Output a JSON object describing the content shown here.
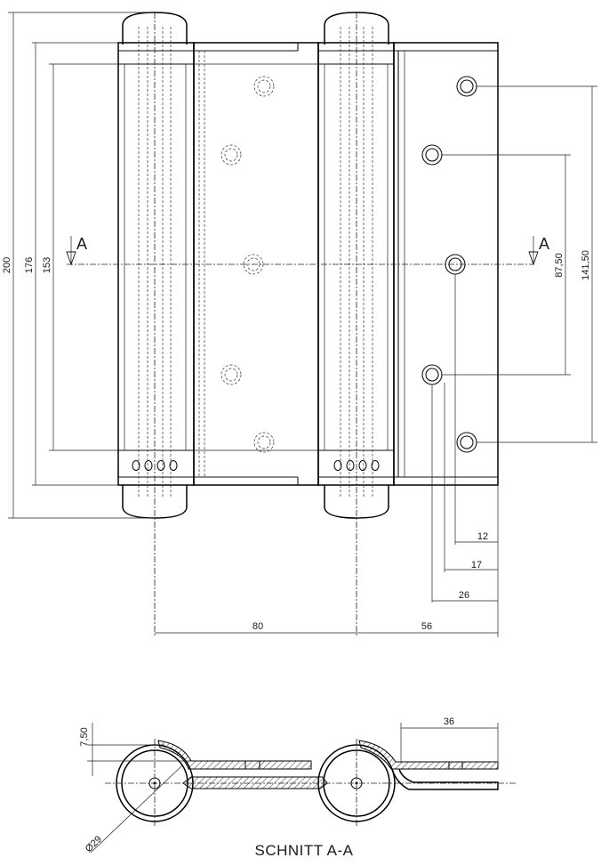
{
  "dimensions": {
    "height_total": "200",
    "height_176": "176",
    "height_153": "153",
    "hole_pitch_outer": "141,50",
    "hole_pitch_inner": "87,50",
    "offset_12": "12",
    "offset_17": "17",
    "offset_26": "26",
    "axis_distance": "80",
    "leaf_width": "56",
    "section_leaf": "36",
    "section_offset": "7,50",
    "barrel_diameter": "29"
  },
  "section_marks": {
    "left": "A",
    "right": "A"
  },
  "section_title": "SCHNITT A-A",
  "symbols": {
    "diameter": "Ø"
  }
}
